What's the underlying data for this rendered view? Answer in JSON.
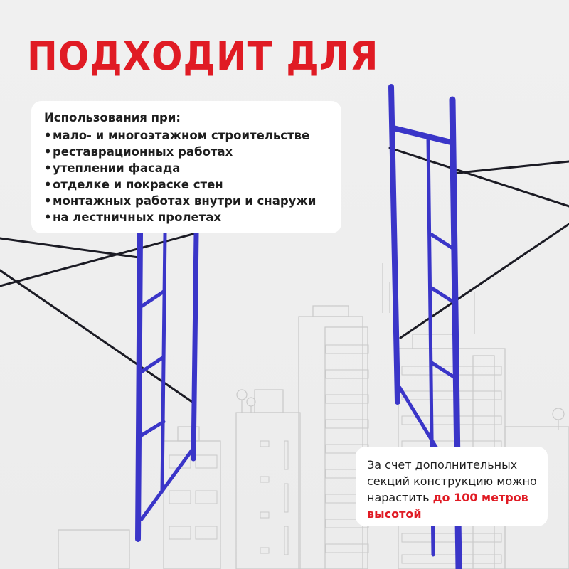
{
  "headline": "ПОДХОДИТ ДЛЯ",
  "uses_card": {
    "title": "Использования при:",
    "bullet": "•",
    "items": [
      "мало- и многоэтажном строительстве",
      "реставрационных работах",
      "утеплении фасада",
      "отделке и покраске стен",
      "монтажных работах внутри и снаружи",
      "на лестничных пролетах"
    ]
  },
  "height_card": {
    "text_plain": "За счет дополнительных секций конструкцию можно нарастить ",
    "text_accent": "до 100 метров высотой"
  },
  "colors": {
    "accent_red": "#e01b24",
    "scaffold_blue": "#3a35c8",
    "brace_black": "#1a1a22",
    "building_line": "#c8c8c8",
    "background": "#eeeeee",
    "card_bg": "#ffffff"
  },
  "illustration": {
    "subject": "scaffold-frames",
    "background_subject": "city-buildings-line-art"
  }
}
